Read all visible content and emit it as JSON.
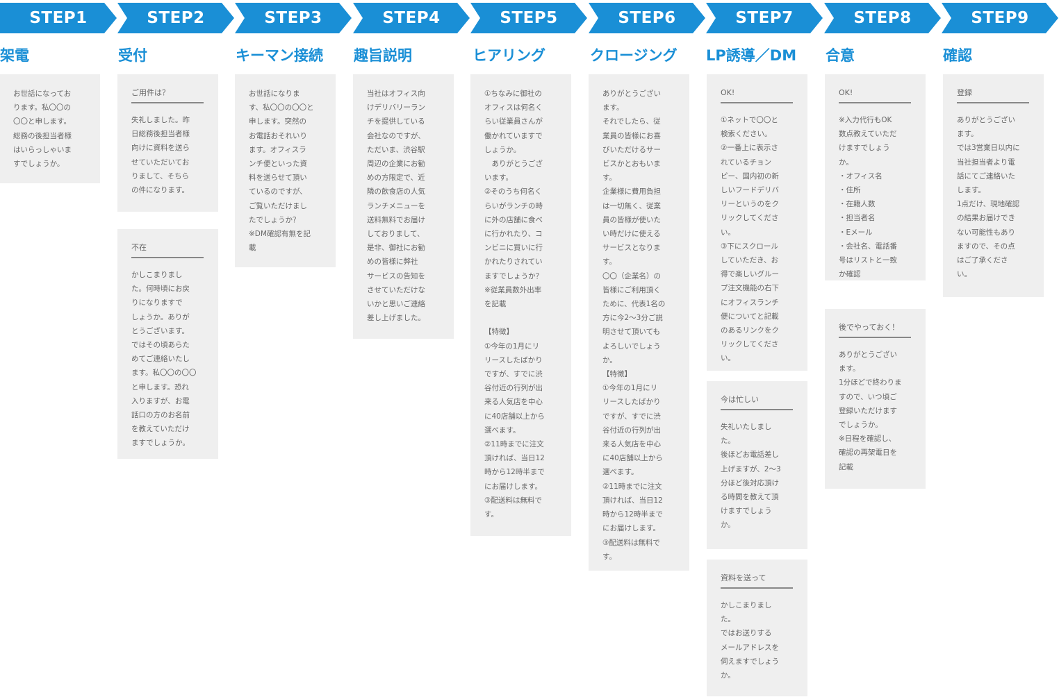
{
  "steps": [
    {
      "label": "STEP1",
      "title": "架電",
      "cards": [
        {
          "heading": "",
          "body": "お世話になってお\nります。私〇〇の\n〇〇と申します。\n総務の後担当者様\nはいらっしゃいま\nすでしょうか。"
        }
      ]
    },
    {
      "label": "STEP2",
      "title": "受付",
      "cards": [
        {
          "heading": "ご用件は？",
          "body": "失礼しました。昨\n日総務後担当者様\n向けに資料を送ら\nせていただいてお\nりまして、そちら\nの件になります。"
        },
        {
          "heading": "不在",
          "body": "かしこまりまし\nた。何時頃にお戻\nりになりますで\nしょうか。ありが\nとうございます。\nではその頃あらた\nめてご連絡いたし\nます。私〇〇の〇〇\nと申します。恐れ\n入りますが、お電\n話口の方のお名前\nを教えていただけ\nますでしょうか。"
        }
      ]
    },
    {
      "label": "STEP3",
      "title": "キーマン接続",
      "cards": [
        {
          "heading": "",
          "body": "お世話になりま\nす、私〇〇の〇〇と\n申します。突然の\nお電話おそれいり\nます。オフィスラ\nンチ便といった資\n料を送らせて頂い\nているのですが、\nご覧いただけまし\nたでしょうか？\n※DM確認有無を記\n載"
        }
      ]
    },
    {
      "label": "STEP4",
      "title": "趣旨説明",
      "cards": [
        {
          "heading": "",
          "body": "当社はオフィス向\nけデリバリーラン\nチを提供している\n会社なのですが、\nただいま、渋谷駅\n周辺の企業にお勧\nめの方限定で、近\n隣の飲食店の人気\nランチメニューを\n送料無料でお届け\nしておりまして、\n是非、御社にお勧\nめの皆様に弊社\nサービスの告知を\nさせていただけな\nいかと思いご連絡\n差し上げました。"
        }
      ]
    },
    {
      "label": "STEP5",
      "title": "ヒアリング",
      "cards": [
        {
          "heading": "",
          "body": "①ちなみに御社の\nオフィスは何名く\nらい従業員さんが\n働かれていますで\nしょうか。\n　ありがとうござ\nいます。\n②そのうち何名く\nらいがランチの時\nに外の店舗に食べ\nに行かれたり、コ\nンビニに買いに行\nかれたりされてい\nますでしょうか？\n※従業員数外出率\nを記載\n\n【特徴】\n①今年の1月にリ\nリースしたばかり\nですが、すでに渋\n谷付近の行列が出\n来る人気店を中心\nに40店舗以上から\n選べます。\n②11時までに注文\n頂ければ、当日12\n時から12時半まで\nにお届けします。\n③配送料は無料で\nす。"
        }
      ]
    },
    {
      "label": "STEP6",
      "title": "クロージング",
      "cards": [
        {
          "heading": "",
          "body": "ありがとうござい\nます。\nそれでしたら、従\n業員の皆様にお喜\nびいただけるサー\nビスかとおもいま\nす。\n企業様に費用負担\nは一切無く、従業\n員の皆様が使いた\nい時だけに使える\nサービスとなりま\nす。\n〇〇（企業名）の\n皆様にご利用頂く\nために、代表1名の\n方に今2〜3分ご説\n明させて頂いても\nよろしいでしょう\nか。\n【特徴】\n①今年の1月にリ\nリースしたばかり\nですが、すでに渋\n谷付近の行列が出\n来る人気店を中心\nに40店舗以上から\n選べます。\n②11時までに注文\n頂ければ、当日12\n時から12時半まで\nにお届けします。\n③配送料は無料で\nす。"
        }
      ]
    },
    {
      "label": "STEP7",
      "title": "LP誘導／DM",
      "cards": [
        {
          "heading": "OK!",
          "body": "①ネットで〇〇と\n検索ください。\n②一番上に表示さ\nれているチョン\nピー、国内初の新\nしいフードデリバ\nリーというのをク\nリックしてくださ\nい。\n③下にスクロール\nしていただき、お\n得で楽しいグルー\nプ注文機能の右下\nにオフィスランチ\n便についてと記載\nのあるリンクをク\nリックしてくださ\nい。"
        },
        {
          "heading": "今は忙しい",
          "body": "失礼いたしまし\nた。\n後ほどお電話差し\n上げますが、2〜3\n分ほど後対応頂け\nる時間を教えて頂\nけますでしょう\nか。"
        },
        {
          "heading": "資料を送って",
          "body": "かしこまりまし\nた。\nではお送りする\nメールアドレスを\n伺えますでしょう\nか。"
        }
      ]
    },
    {
      "label": "STEP8",
      "title": "合意",
      "cards": [
        {
          "heading": "OK!",
          "body": "※入力代行もOK\n数点教えていただ\nけますでしょう\nか。\n・オフィス名\n・住所\n・在籍人数\n・担当者名\n・Eメール\n・会社名、電話番\n号はリストと一致\nか確認"
        },
        {
          "heading": "後でやっておく！",
          "body": "ありがとうござい\nます。\n1分ほどで終わりま\nすので、いつ頃ご\n登録いただけます\nでしょうか。\n※日程を確認し、\n確認の再架電日を\n記載"
        }
      ]
    },
    {
      "label": "STEP9",
      "title": "確認",
      "cards": [
        {
          "heading": "登録",
          "body": "ありがとうござい\nます。\nでは3営業日以内に\n当社担当者より電\n話にてご連絡いた\nします。\n1点だけ、現地確認\nの結果お届けでき\nない可能性もあり\nますので、その点\nはご了承くださ\nい。"
        }
      ]
    }
  ]
}
